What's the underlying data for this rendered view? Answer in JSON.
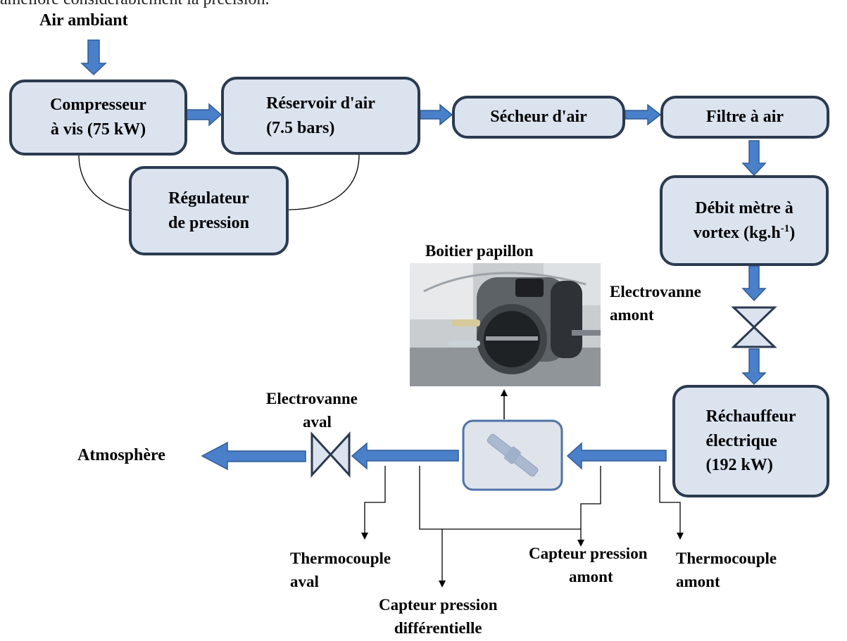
{
  "top_text": "améliore considérablement la précision.",
  "source": "Air ambiant",
  "blocks": {
    "compressor": [
      "Compresseur",
      "à vis (75 kW)"
    ],
    "reservoir": [
      "Réservoir  d'air",
      "(7.5 bars)"
    ],
    "dryer": "Sécheur d'air",
    "filter": "Filtre à air",
    "regulator": [
      "Régulateur",
      "de pression"
    ],
    "flowmeter": [
      "Débit  mètre  à",
      "vortex (kg.h",
      "-1",
      ")"
    ],
    "heater": [
      "Réchauffeur",
      "électrique",
      "(192 kW)"
    ]
  },
  "labels": {
    "throttle_body": "Boitier papillon",
    "upstream_valve": [
      "Electrovanne",
      "amont"
    ],
    "downstream_valve": [
      "Electrovanne",
      "aval"
    ],
    "atmosphere": "Atmosphère",
    "thermocouple_downstream": [
      "Thermocouple",
      "aval"
    ],
    "differential_sensor": [
      "Capteur pression",
      "différentielle"
    ],
    "upstream_pressure_sensor": [
      "Capteur pression",
      "amont"
    ],
    "thermocouple_upstream": [
      "Thermocouple",
      "amont"
    ]
  },
  "colors": {
    "box_fill": "#dbe3ef",
    "box_border": "#2b3a50",
    "arrow_fill": "#4a7fc9",
    "arrow_stroke": "#2f5b96"
  }
}
